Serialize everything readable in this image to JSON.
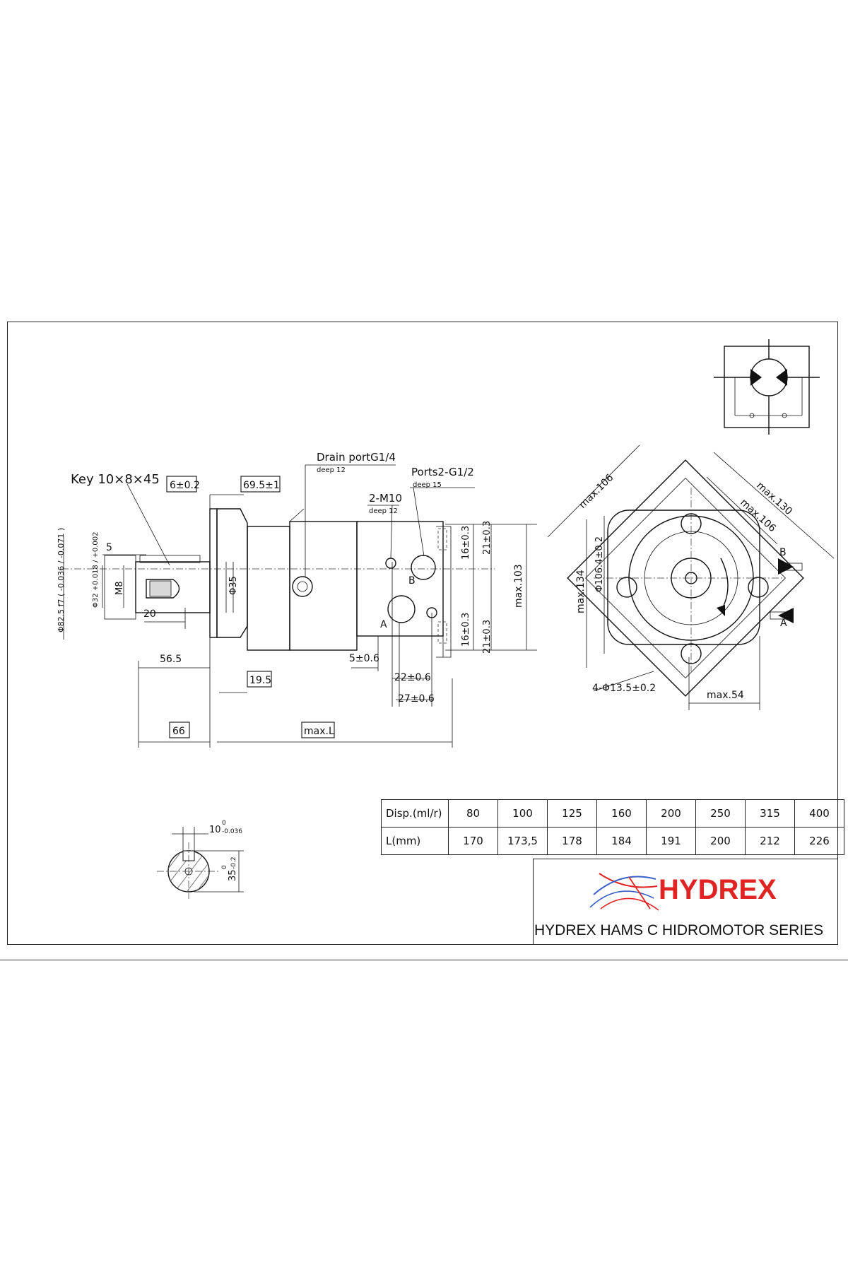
{
  "drawing": {
    "key_label": "Key 10×8×45",
    "dims": {
      "d6": "6±0.2",
      "d69": "69.5±1",
      "d5": "5",
      "d20": "20",
      "d565": "56.5",
      "d195": "19.5",
      "d66": "66",
      "maxL": "max.L",
      "d5_06": "5±0.6",
      "d22": "22±0.6",
      "d27": "27±0.6",
      "d16a": "16±0.3",
      "d21a": "21±0.3",
      "d16b": "16±0.3",
      "d21b": "21±0.3",
      "max103": "max.103",
      "phi825": "Φ82.5 f7 ( -0.036 / -0.071 )",
      "phi32": "Φ32 +0.018 / +0.002",
      "m8": "M8",
      "phi35": "Φ35"
    },
    "drain_port": "Drain portG1/4",
    "drain_depth": "deep 12",
    "ports": "Ports2-G1/2",
    "ports_depth": "deep 15",
    "m10": "2-M10",
    "m10_depth": "deep 12",
    "port_a": "A",
    "port_b": "B",
    "front": {
      "max106a": "max.106",
      "max130": "max.130",
      "max106b": "max.106",
      "max134": "max.134",
      "phi1064": "Φ106.4±0.2",
      "holes": "4-Φ13.5±0.2",
      "max54": "max.54",
      "b": "B",
      "a": "A"
    },
    "shaft_section": {
      "width": "10",
      "width_tol": "-0.036",
      "width_tol_top": "0",
      "height": "35",
      "height_tol": "-0.2",
      "height_tol_top": "0"
    }
  },
  "table": {
    "row1_label": "Disp.(ml/r)",
    "row2_label": "L(mm)",
    "disp": [
      "80",
      "100",
      "125",
      "160",
      "200",
      "250",
      "315",
      "400"
    ],
    "length": [
      "170",
      "173,5",
      "178",
      "184",
      "191",
      "200",
      "212",
      "226"
    ]
  },
  "title_block": {
    "logo": "HYDREX",
    "series": "HYDREX  HAMS C HIDROMOTOR SERIES"
  },
  "colors": {
    "logo_red": "#e02424",
    "logo_blue": "#3a5fc8",
    "line": "#111111"
  }
}
